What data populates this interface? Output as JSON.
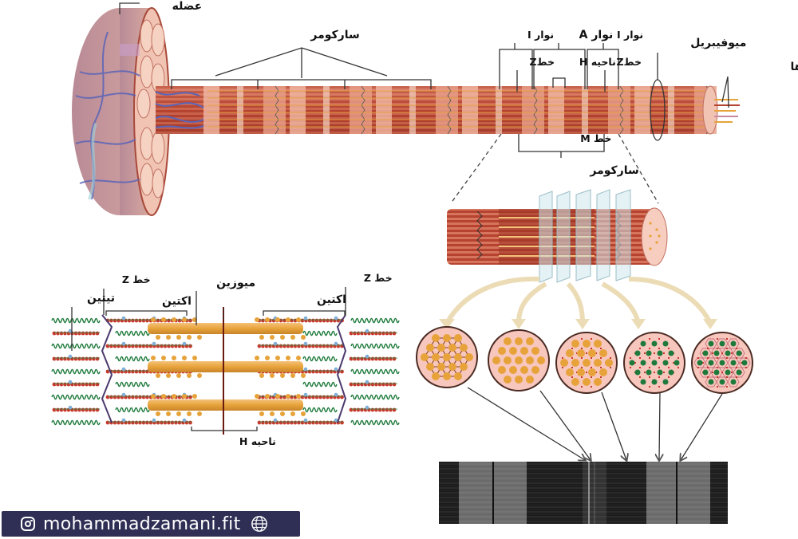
{
  "labels": {
    "muscle": "عضله",
    "sarcomere_top": "سارکومر",
    "i_band_left": "نوار I",
    "a_band": "نوار A",
    "i_band_right": "نوار I",
    "z_line_left": "خطZ",
    "h_zone_top": "ناحیه H",
    "z_line_right": "خطZ",
    "myofibril": "میوفیبریل",
    "microfilaments": "میکروفیلامنت ها",
    "m_line": "خط M",
    "sarcomere_mid": "سارکومر",
    "z_line_bottom_left": "خط Z",
    "myosin": "میوزین",
    "z_line_bottom_right": "خط Z",
    "titin": "تیتین",
    "actin_left": "اکتین",
    "actin_right": "اکتین",
    "h_zone_bottom": "ناحیه H"
  },
  "cross_sections": [
    {
      "name": "thick-and-thin-overlap-hex",
      "description": "myosin with hexagonal lattice"
    },
    {
      "name": "myosin-only",
      "description": "thick filaments only"
    },
    {
      "name": "myosin-actin-overlap",
      "description": "thick with thin filaments"
    },
    {
      "name": "actin-only",
      "description": "thin filaments only"
    },
    {
      "name": "z-line-lattice",
      "description": "Z disc lattice"
    }
  ],
  "colors": {
    "fiber_dark": "#b5432f",
    "fiber_light": "#e9a08a",
    "myosin": "#e7a33a",
    "actin": "#c8372a",
    "titin": "#1e7a3c",
    "z_line": "#4b3a6e",
    "vessel": "#5a64b8",
    "arrow": "#f1e4c3",
    "circle_bg": "#f7c6bd",
    "watermark_bg": "#2f2f55"
  },
  "watermark": {
    "text": "mohammadzamani.fit",
    "icon_left": "instagram-icon",
    "icon_right": "globe-icon"
  }
}
